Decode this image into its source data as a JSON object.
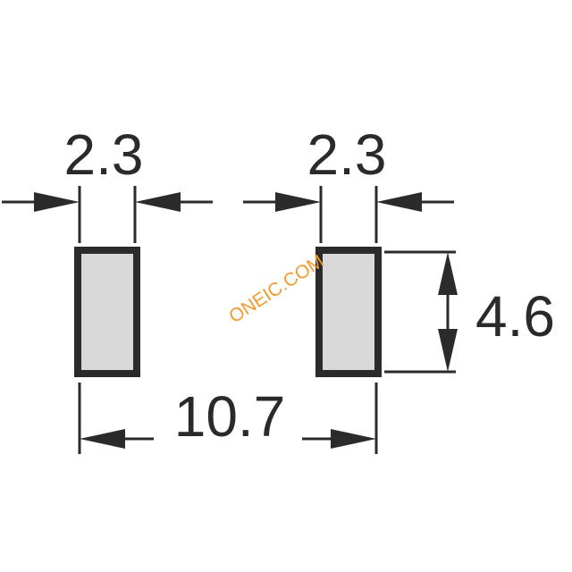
{
  "diagram": {
    "dimensions": {
      "left_pad_width": "2.3",
      "right_pad_width": "2.3",
      "pad_height": "4.6",
      "overall_span": "10.7"
    },
    "watermark": "ONEIC.COM",
    "colors": {
      "pad_fill": "#d9d9d9",
      "outline": "#2b2b2b",
      "text": "#2a2a2a",
      "watermark": "#f29a2e"
    }
  }
}
